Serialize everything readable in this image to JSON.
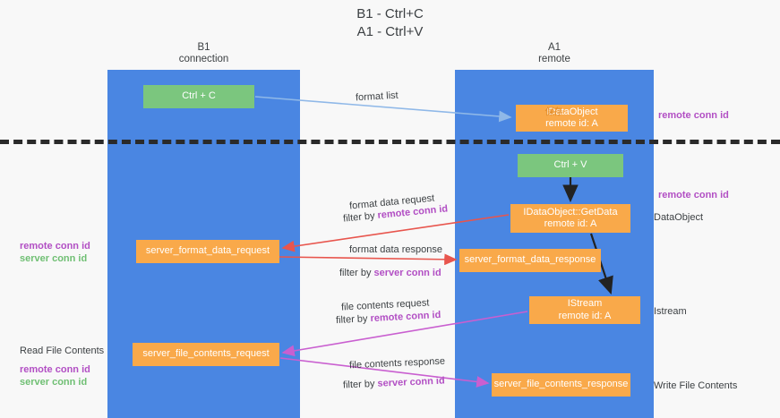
{
  "title": {
    "line1": "B1 - Ctrl+C",
    "line2": "A1 - Ctrl+V"
  },
  "lanes": [
    {
      "id": "b1",
      "name": "B1",
      "role": "connection",
      "color": "#4a86e2"
    },
    {
      "id": "a1",
      "name": "A1",
      "role": "remote",
      "color": "#4a86e2"
    }
  ],
  "colors": {
    "lane": "#4a86e2",
    "green_box": "#7bc67e",
    "orange_box": "#f9a94a",
    "remote_conn_id": "#b24fc4",
    "server_conn_id": "#6fbf73",
    "red_arrow": "#e8554d",
    "blue_arrow": "#8fb8e8",
    "magenta_arrow": "#c95fd0",
    "divider": "#2a2a2a",
    "background": "#f8f8f8"
  },
  "boxes": {
    "ctrl_c": {
      "label": "Ctrl + C",
      "color": "green"
    },
    "ctrl_v": {
      "label": "Ctrl + V",
      "color": "green"
    },
    "idataobject": {
      "line1": "IDataObject",
      "line1_overlay": "保存",
      "line2": "remote id: A",
      "color": "orange"
    },
    "getdata": {
      "line1": "IDataObject::GetData",
      "line2": "remote id: A",
      "color": "orange"
    },
    "istream": {
      "line1": "IStream",
      "line2": "remote id: A",
      "color": "orange"
    },
    "server_format_data_request": {
      "label": "server_format_data_request",
      "color": "orange"
    },
    "server_format_data_response": {
      "label": "server_format_data_response",
      "color": "orange"
    },
    "server_file_contents_request": {
      "label": "server_file_contents_request",
      "color": "orange"
    },
    "server_file_contents_response": {
      "label": "server_file_contents_response",
      "color": "orange"
    }
  },
  "flows": {
    "format_list": "format list",
    "format_data_request": "format data request",
    "format_data_request_filter_prefix": "filter by ",
    "format_data_request_filter_key": "remote conn id",
    "format_data_response": "format data response",
    "format_data_response_filter_prefix": "filter by ",
    "format_data_response_filter_key": "server conn id",
    "file_contents_request": "file contents request",
    "file_contents_request_filter_prefix": "filter by ",
    "file_contents_request_filter_key": "remote conn id",
    "file_contents_response": "file contents response",
    "file_contents_response_filter_prefix": "filter by ",
    "file_contents_response_filter_key": "server conn id"
  },
  "margin_labels": {
    "left_mid_remote": "remote conn id",
    "left_mid_server": "server conn id",
    "left_bottom_title": "Read File Contents",
    "left_bottom_remote": "remote conn id",
    "left_bottom_server": "server conn id",
    "right_top_remote": "remote conn id",
    "right_mid_remote": "remote conn id",
    "right_dataobject": "DataObject",
    "right_istream": "Istream",
    "right_write_file": "Write File Contents"
  }
}
